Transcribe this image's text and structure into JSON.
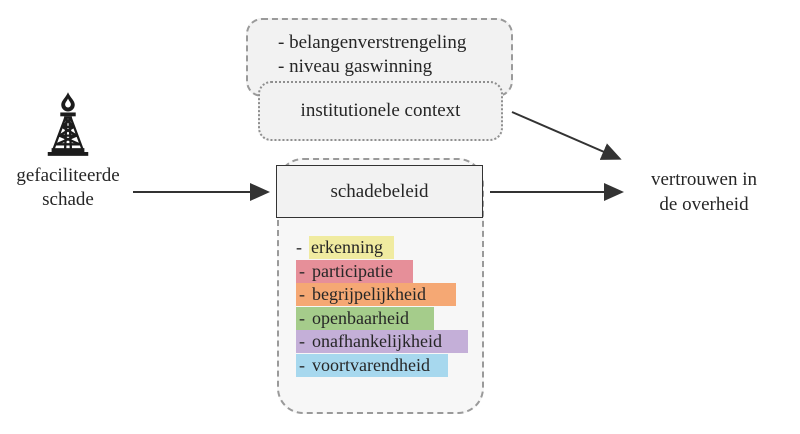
{
  "diagram": {
    "source": {
      "icon": "gas-derrick-icon",
      "lines": [
        "gefaciliteerde",
        "schade"
      ]
    },
    "external_factors_box": {
      "items": [
        "- belangenverstrengeling",
        "- niveau gaswinning"
      ]
    },
    "institutional_context_box": {
      "label": "institutionele context"
    },
    "policy_box": {
      "label": "schadebeleid"
    },
    "policy_aspects": {
      "bullet": "-",
      "items": [
        {
          "label": "erkenning",
          "highlight_color": "#f0eba0"
        },
        {
          "label": "participatie",
          "highlight_color": "#e68f99"
        },
        {
          "label": "begrijpelijkheid",
          "highlight_color": "#f5a874"
        },
        {
          "label": "openbaarheid",
          "highlight_color": "#a5cc8b"
        },
        {
          "label": "onafhankelijkheid",
          "highlight_color": "#c4afd8"
        },
        {
          "label": "voortvarendheid",
          "highlight_color": "#a7d8ee"
        }
      ]
    },
    "outcome": {
      "lines": [
        "vertrouwen in",
        "de overheid"
      ]
    },
    "colors": {
      "box_fill": "#f2f2f2",
      "container_fill": "#f7f7f7",
      "dashed_border": "#9a9a9a",
      "text": "#262626",
      "arrow": "#333333"
    }
  }
}
